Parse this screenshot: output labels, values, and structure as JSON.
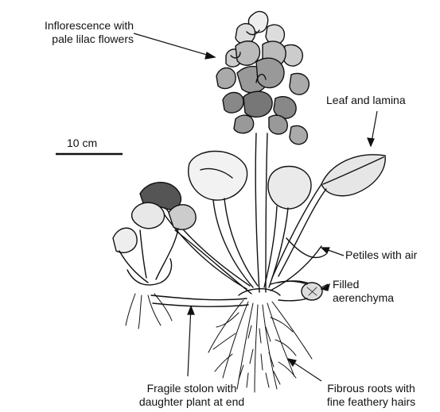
{
  "scale_bar": {
    "label": "10 cm"
  },
  "labels": {
    "inflorescence": [
      "Inflorescence with",
      "pale lilac flowers"
    ],
    "leaf": [
      "Leaf and lamina"
    ],
    "petiles": [
      "Petiles with air"
    ],
    "aerenchyma": [
      "Filled",
      "aerenchyma"
    ],
    "stolon": [
      "Fragile stolon with",
      "daughter plant at end"
    ],
    "roots": [
      "Fibrous roots with",
      "fine feathery hairs"
    ]
  },
  "colors": {
    "ink": "#111111",
    "shade": "#3a3a3a",
    "paper": "#ffffff"
  }
}
